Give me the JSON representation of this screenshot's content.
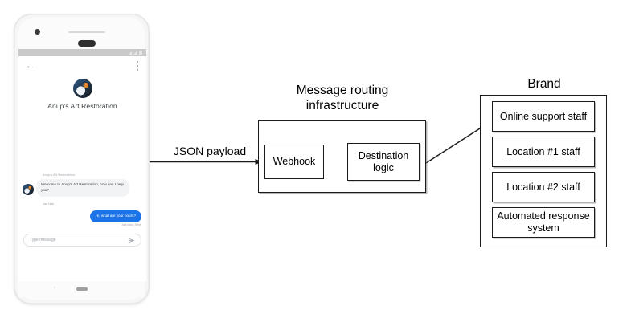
{
  "phone": {
    "status_bar": {
      "signal_icon": "signal-bars-icon",
      "battery_icon": "battery-icon"
    },
    "app_bar": {
      "back_icon": "back-arrow-icon",
      "more_icon": "overflow-menu-icon"
    },
    "business": {
      "avatar_icon": "business-avatar",
      "name": "Anup's Art Restoration"
    },
    "conversation": [
      {
        "sender_label": "Anup's Art Restoration",
        "text": "Welcome to Anup's Art Restoration, how can I help you?",
        "time": "Just Now",
        "direction": "incoming"
      },
      {
        "text": "Hi, what are your hours?",
        "time": "Just Now • Sent",
        "direction": "outgoing"
      }
    ],
    "composer": {
      "placeholder": "Type message",
      "send_icon": "send-icon"
    },
    "nav": {
      "back_icon": "nav-back-icon",
      "home_icon": "nav-home-pill"
    }
  },
  "diagram": {
    "payload_arrow_label": "JSON payload",
    "routing": {
      "title": "Message routing infrastructure",
      "nodes": [
        {
          "label": "Webhook"
        },
        {
          "label": "Destination logic"
        }
      ]
    },
    "brand": {
      "title": "Brand",
      "items": [
        {
          "label": "Online support staff"
        },
        {
          "label": "Location #1 staff"
        },
        {
          "label": "Location #2 staff"
        },
        {
          "label": "Automated response system"
        }
      ]
    }
  },
  "colors": {
    "outgoing_bubble": "#1a73e8",
    "incoming_bubble": "#f1f3f4",
    "stroke": "#1a1a1a",
    "background": "#ffffff"
  }
}
